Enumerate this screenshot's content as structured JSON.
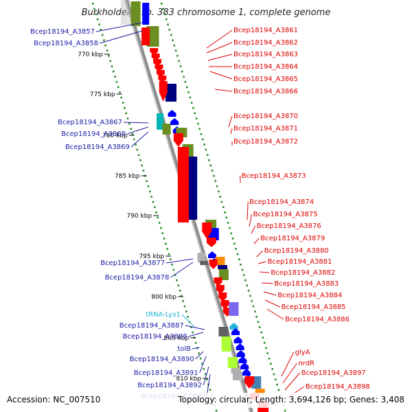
{
  "title": "Burkholderia sp. 383 chromosome 1, complete genome",
  "accession": "Accession: NC_007510",
  "summary": "Topology: circular; Length: 3,694,126 bp; Genes: 3,408",
  "colors": {
    "backbone": "#8c8c8c",
    "tick": "#228b22",
    "left_label": "#1a1aa8",
    "right_label": "#dd0000",
    "rna_label": "#22b5d8",
    "gene_red": "#ff0000",
    "gene_blue": "#0000ff",
    "olive": "#6b8e23",
    "navy": "#000080",
    "orange": "#ff8c00",
    "teal": "#00b5b5",
    "lime": "#aaff33",
    "gray": "#b0b0b0",
    "dgray": "#606060",
    "purple": "#7b68ee",
    "steel": "#4682b4"
  },
  "scale_ticks": [
    "770 kbp",
    "775 kbp",
    "780 kbp",
    "785 kbp",
    "790 kbp",
    "795 kbp",
    "800 kbp",
    "805 kbp",
    "810 kbp"
  ],
  "left_labels": [
    {
      "text": "Bcep18194_A3857",
      "kind": "gene"
    },
    {
      "text": "Bcep18194_A3858",
      "kind": "gene"
    },
    {
      "text": "Bcep18194_A3867",
      "kind": "gene"
    },
    {
      "text": "Bcep18194_A3868",
      "kind": "gene"
    },
    {
      "text": "Bcep18194_A3869",
      "kind": "gene"
    },
    {
      "text": "Bcep18194_A3877",
      "kind": "gene"
    },
    {
      "text": "Bcep18194_A3878",
      "kind": "gene"
    },
    {
      "text": "tRNA-Lys1",
      "kind": "rna"
    },
    {
      "text": "Bcep18194_A3887",
      "kind": "gene"
    },
    {
      "text": "Bcep18194_A3888",
      "kind": "gene"
    },
    {
      "text": "tolB",
      "kind": "gene"
    },
    {
      "text": "Bcep18194_A3890",
      "kind": "gene"
    },
    {
      "text": "Bcep18194_A3891",
      "kind": "gene"
    },
    {
      "text": "Bcep18194_A3892",
      "kind": "gene"
    },
    {
      "text": "Bcep18194_A3893",
      "kind": "gene"
    }
  ],
  "right_labels": [
    {
      "text": "Bcep18194_A3861"
    },
    {
      "text": "Bcep18194_A3862"
    },
    {
      "text": "Bcep18194_A3863"
    },
    {
      "text": "Bcep18194_A3864"
    },
    {
      "text": "Bcep18194_A3865"
    },
    {
      "text": "Bcep18194_A3866"
    },
    {
      "text": "Bcep18194_A3870"
    },
    {
      "text": "Bcep18194_A3871"
    },
    {
      "text": "Bcep18194_A3872"
    },
    {
      "text": "Bcep18194_A3873"
    },
    {
      "text": "Bcep18194_A3874"
    },
    {
      "text": "Bcep18194_A3875"
    },
    {
      "text": "Bcep18194_A3876"
    },
    {
      "text": "Bcep18194_A3879"
    },
    {
      "text": "Bcep18194_A3880"
    },
    {
      "text": "Bcep18194_A3881"
    },
    {
      "text": "Bcep18194_A3882"
    },
    {
      "text": "Bcep18194_A3883"
    },
    {
      "text": "Bcep18194_A3884"
    },
    {
      "text": "Bcep18194_A3885"
    },
    {
      "text": "Bcep18194_A3886"
    },
    {
      "text": "glyA"
    },
    {
      "text": "nrdR"
    },
    {
      "text": "Bcep18194_A3897"
    },
    {
      "text": "Bcep18194_A3898"
    }
  ]
}
